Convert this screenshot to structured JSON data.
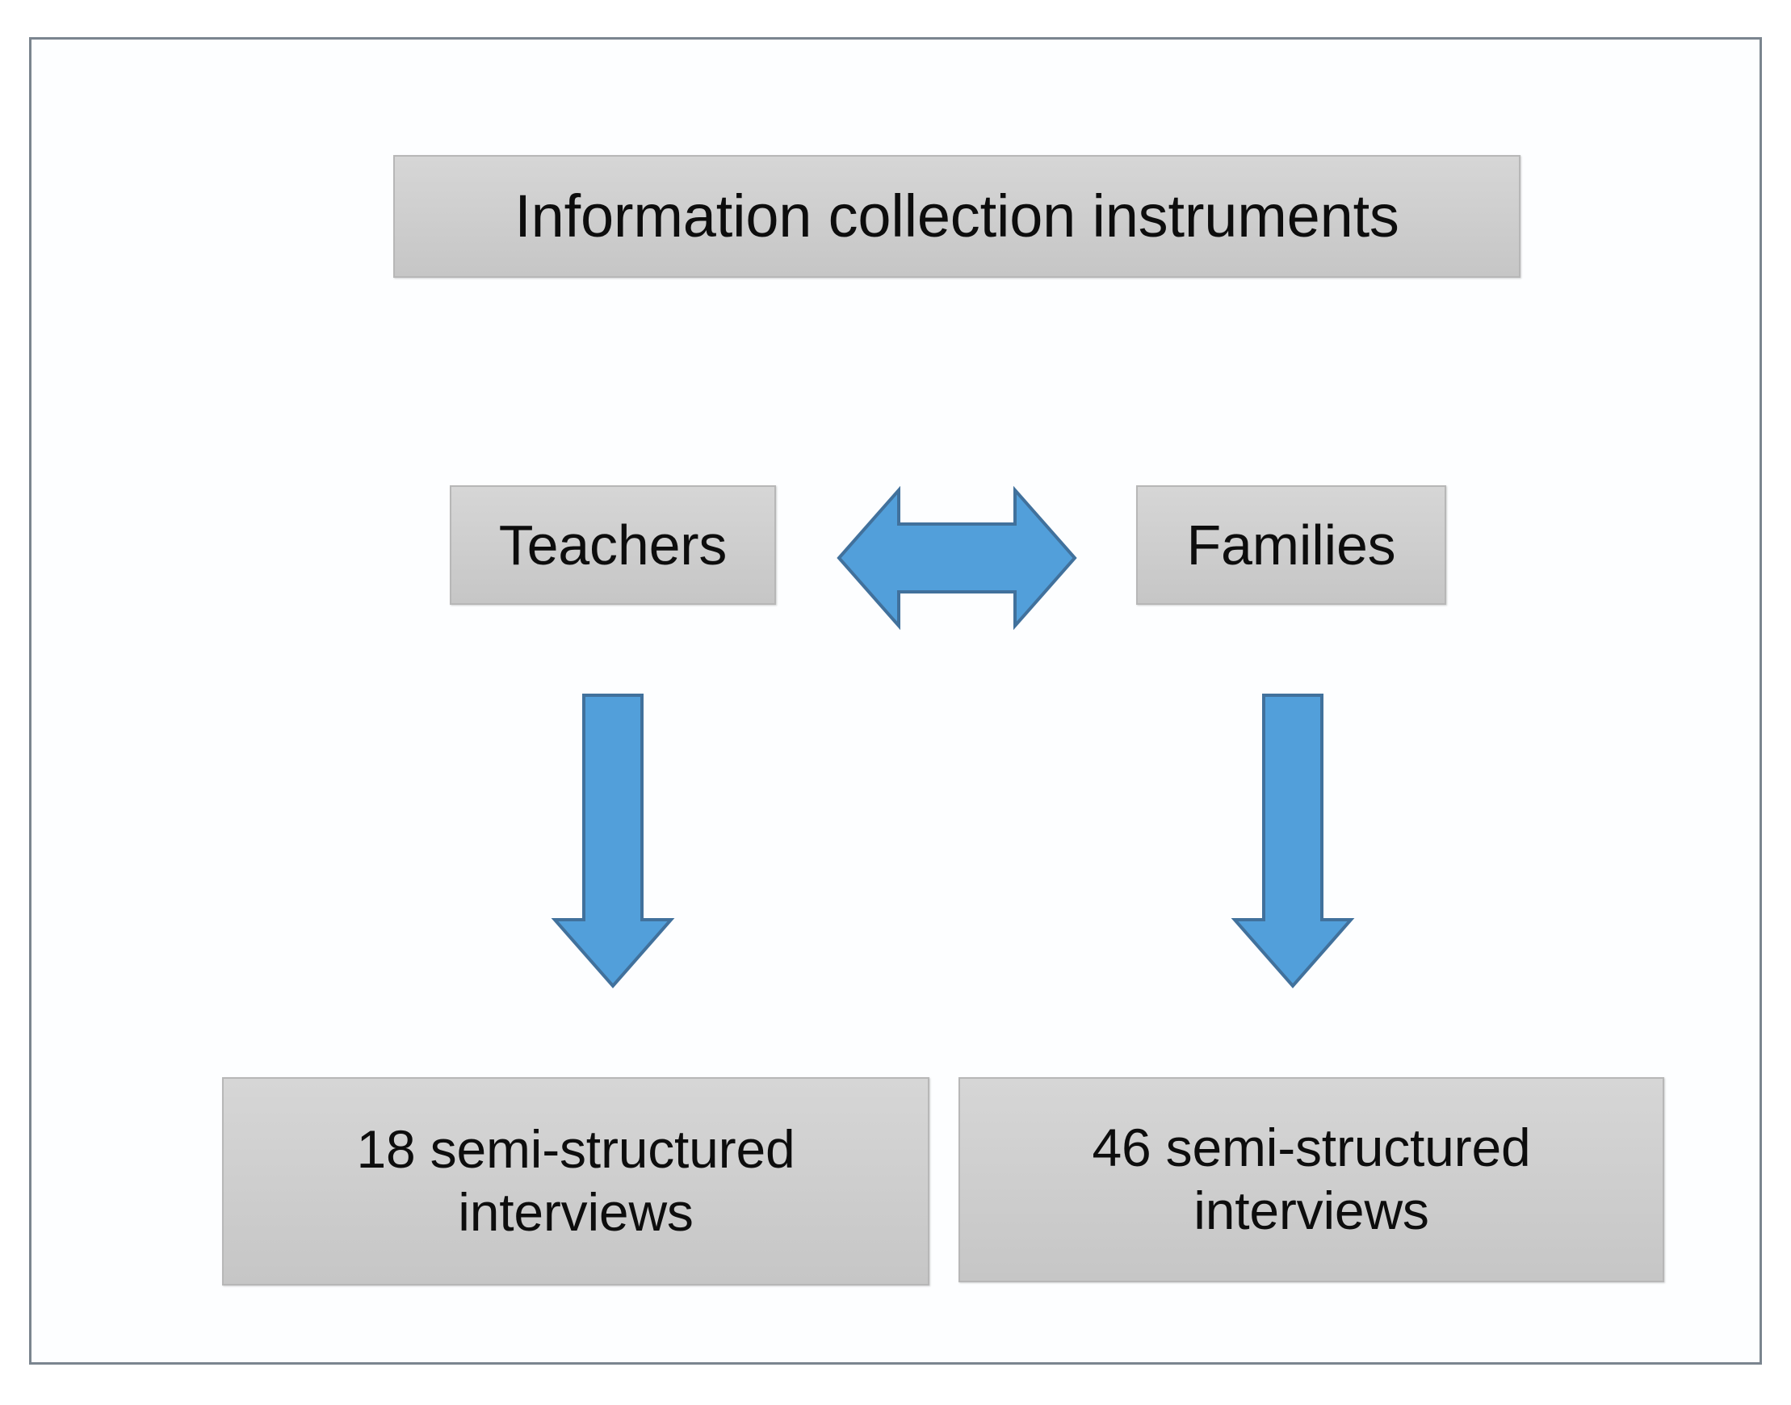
{
  "diagram": {
    "title_box": {
      "label": "Information collection instruments"
    },
    "groups": [
      {
        "id": "teachers",
        "label": "Teachers"
      },
      {
        "id": "families",
        "label": "Families"
      }
    ],
    "results": [
      {
        "id": "teachers-result",
        "label": "18 semi-structured\ninterviews",
        "count": "18",
        "method": "semi-structured interviews"
      },
      {
        "id": "families-result",
        "label": "46 semi-structured\ninterviews",
        "count": "46",
        "method": "semi-structured interviews"
      }
    ],
    "connectors": [
      {
        "id": "teachers-families-link",
        "name": "double-headed-arrow",
        "direction": "bidirectional",
        "from": "teachers",
        "to": "families"
      },
      {
        "id": "teachers-to-result",
        "name": "down-arrow",
        "direction": "down",
        "from": "teachers",
        "to": "teachers-result"
      },
      {
        "id": "families-to-result",
        "name": "down-arrow",
        "direction": "down",
        "from": "families",
        "to": "families-result"
      }
    ],
    "colors": {
      "arrow_fill": "#529FDA",
      "arrow_stroke": "#41719C",
      "box_fill": "#CFCFCF",
      "box_border": "#B7B7B7",
      "frame_border": "#7B858F",
      "text": "#0D0D0D",
      "background": "#FFFFFF"
    }
  }
}
